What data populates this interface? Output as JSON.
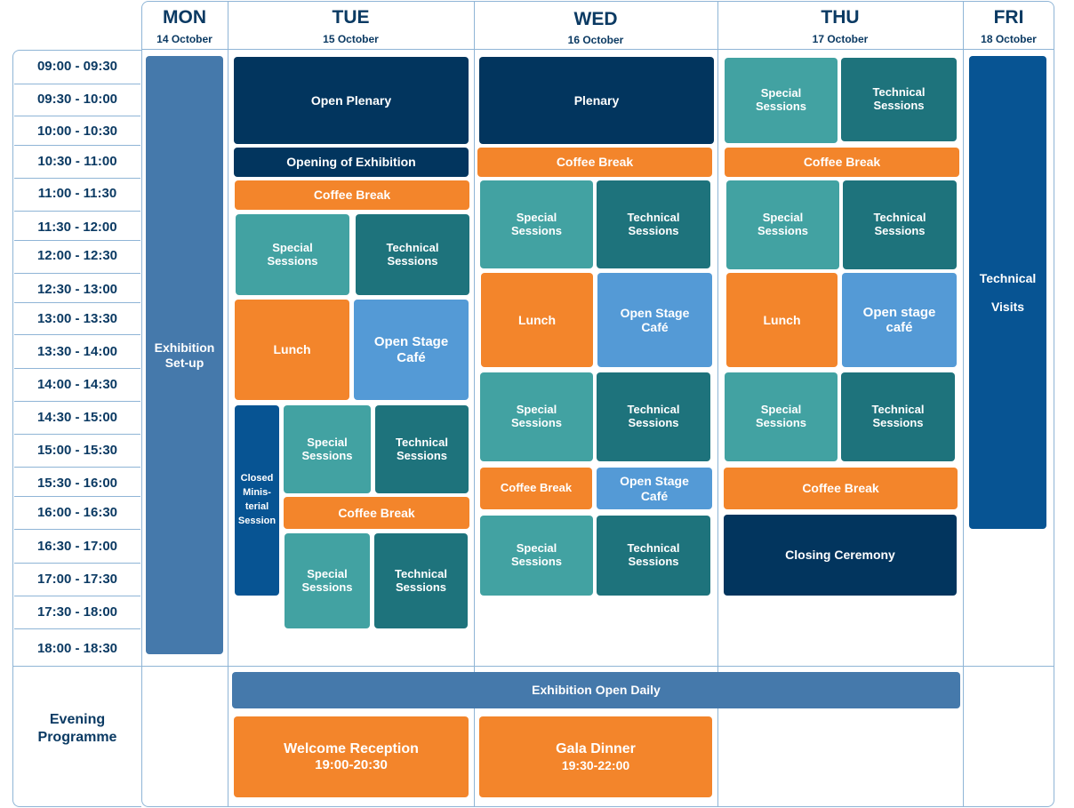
{
  "days": [
    {
      "name": "MON",
      "date": "14 October"
    },
    {
      "name": "TUE",
      "date": "15 October"
    },
    {
      "name": "WED",
      "date": "16 October"
    },
    {
      "name": "THU",
      "date": "17 October"
    },
    {
      "name": "FRI",
      "date": "18 October"
    }
  ],
  "times": [
    "09:00 - 09:30",
    "09:30 - 10:00",
    "10:00 - 10:30",
    "10:30 - 11:00",
    "11:00 - 11:30",
    "11:30 - 12:00",
    "12:00 - 12:30",
    "12:30 - 13:00",
    "13:00 - 13:30",
    "13:30 - 14:00",
    "14:00 - 14:30",
    "14:30 - 15:00",
    "15:00 - 15:30",
    "15:30 - 16:00",
    "16:00 - 16:30",
    "16:30 - 17:00",
    "17:00 - 17:30",
    "17:30 - 18:00",
    "18:00 - 18:30"
  ],
  "evening_label": "Evening\nProgramme",
  "mon": {
    "exhibition_setup": "Exhibition\nSet-up"
  },
  "tue": {
    "open_plenary": "Open Plenary",
    "opening_exhibition": "Opening of Exhibition",
    "coffee1": "Coffee Break",
    "special1": "Special\nSessions",
    "technical1": "Technical\nSessions",
    "lunch": "Lunch",
    "open_stage": "Open Stage\nCafé",
    "closed_ministerial": "Closed\nMinis-\nterial\nSession",
    "special2": "Special\nSessions",
    "technical2": "Technical\nSessions",
    "coffee2": "Coffee Break",
    "special3": "Special\nSessions",
    "technical3": "Technical\nSessions"
  },
  "wed": {
    "plenary": "Plenary",
    "coffee1": "Coffee Break",
    "special1": "Special\nSessions",
    "technical1": "Technical\nSessions",
    "lunch": "Lunch",
    "open_stage1": "Open Stage\nCafé",
    "special2": "Special\nSessions",
    "technical2": "Technical\nSessions",
    "coffee2": "Coffee Break",
    "open_stage2": "Open Stage\nCafé",
    "special3": "Special\nSessions",
    "technical3": "Technical\nSessions"
  },
  "thu": {
    "special1": "Special\nSessions",
    "technical1": "Technical\nSessions",
    "coffee1": "Coffee Break",
    "special2": "Special\nSessions",
    "technical2": "Technical\nSessions",
    "lunch": "Lunch",
    "open_stage": "Open stage\ncafé",
    "special3": "Special\nSessions",
    "technical3": "Technical\nSessions",
    "coffee2": "Coffee Break",
    "closing": "Closing Ceremony"
  },
  "fri": {
    "technical_visits": "Technical\n\nVisits"
  },
  "evening": {
    "exhibition_open": "Exhibition Open Daily",
    "welcome_title": "Welcome Reception",
    "welcome_time": "19:00-20:30",
    "gala_title": "Gala Dinner",
    "gala_time": "19:30-22:00"
  },
  "colors": {
    "navy": "#02355e",
    "orange": "#f3852b",
    "teal": "#42a2a2",
    "dark_teal": "#1e737c",
    "light_blue": "#549ad6",
    "steel_blue": "#4579ab",
    "deep_blue": "#075493",
    "text": "#0b3a63"
  }
}
